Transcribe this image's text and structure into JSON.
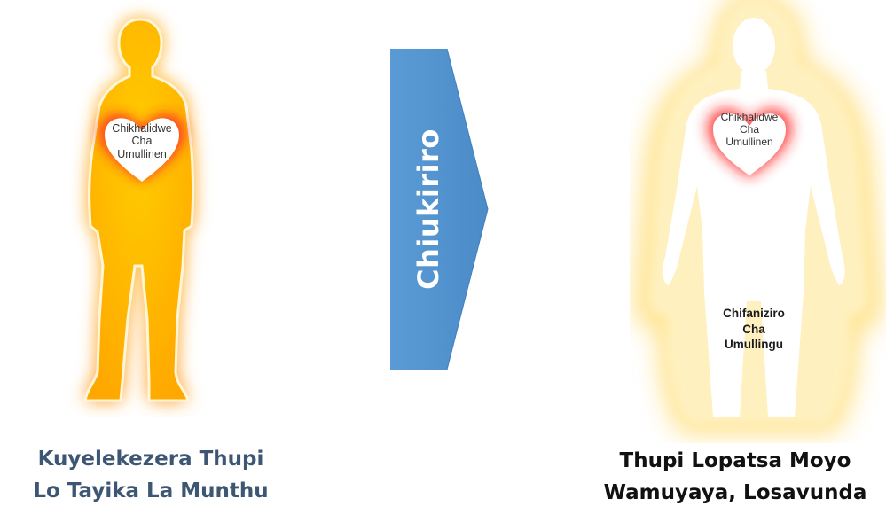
{
  "arrow": {
    "label": "Chiukiriro",
    "color": "#5b9bd5"
  },
  "left_figure": {
    "heart_text": [
      "Chikhalidwe",
      "Cha",
      "Umullinen"
    ],
    "caption_lines": [
      "Kuyelekezera Thupi",
      "Lo Tayika La Munthu"
    ],
    "body_color": "#ffb300",
    "caption_color": "#3d5673"
  },
  "right_figure": {
    "heart_text": [
      "Chikhalidwe",
      "Cha",
      "Umullinen"
    ],
    "spirit_label": [
      "Chifaniziro",
      "Cha",
      "Umullingu"
    ],
    "caption_lines": [
      "Thupi Lopatsa Moyo",
      "Wamuyaya, Losavunda"
    ],
    "glow_color": "#ffcc33"
  },
  "colors": {
    "heart_glow": "#ff2a2a"
  }
}
